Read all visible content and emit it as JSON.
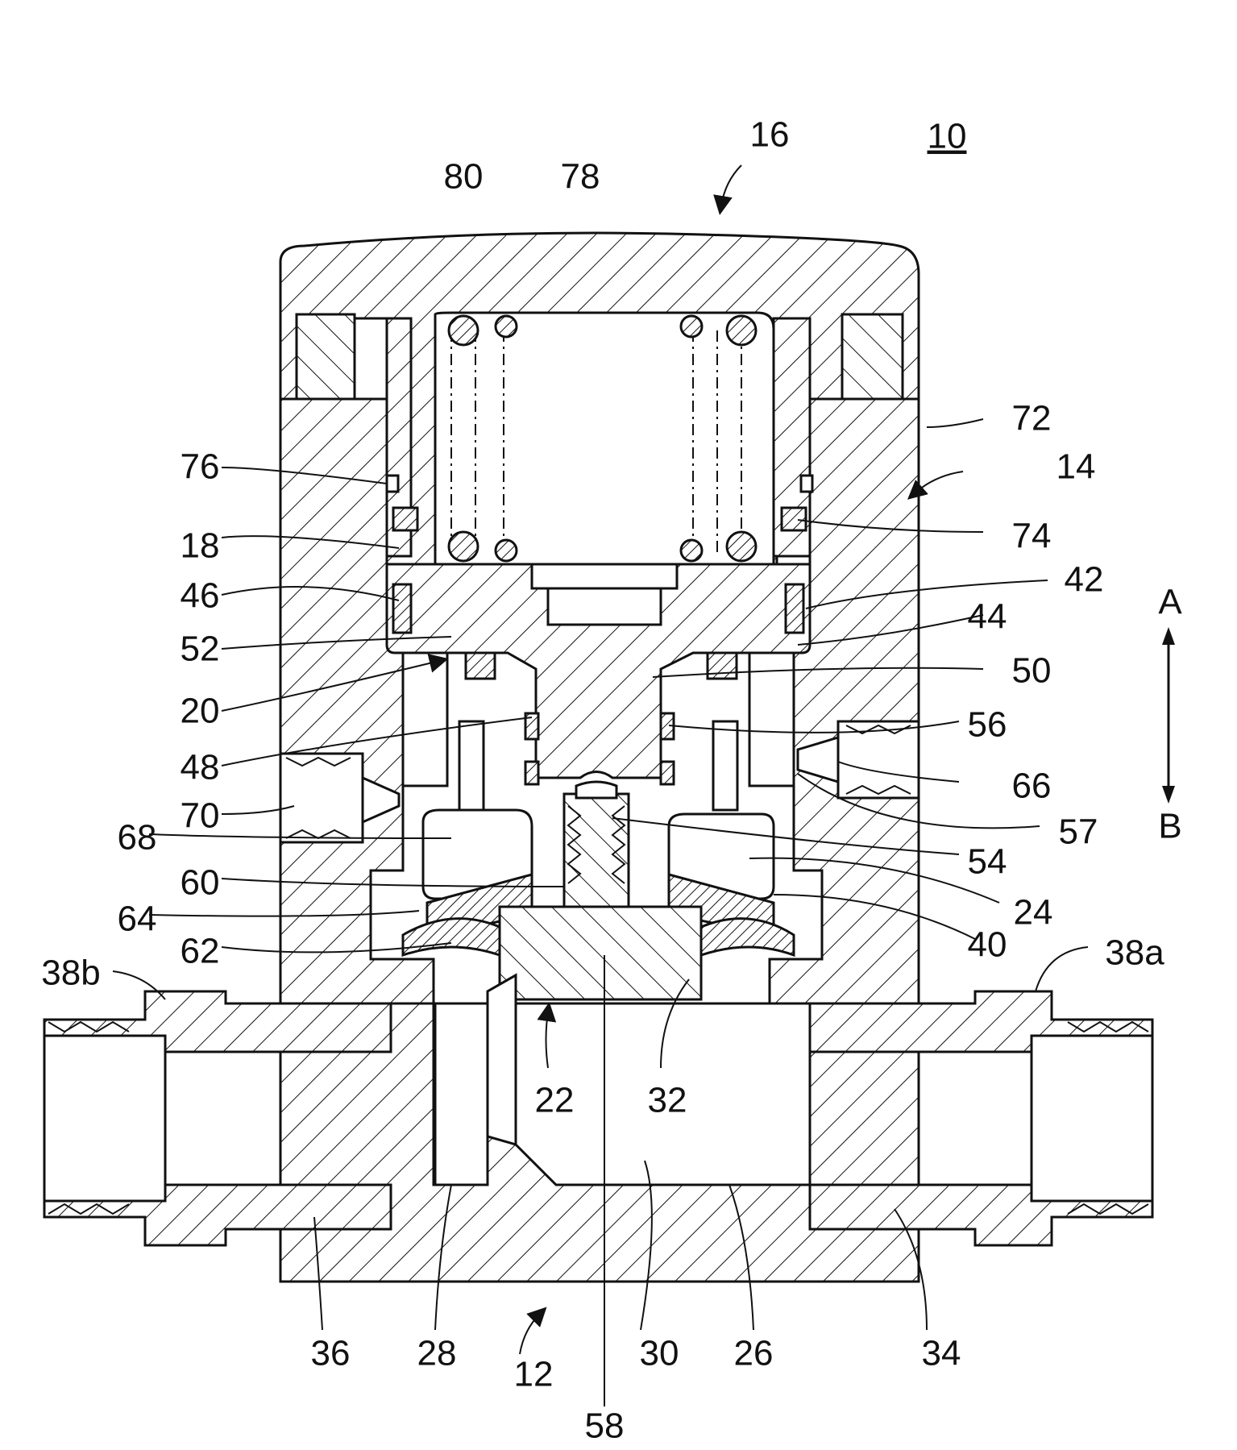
{
  "figure": {
    "labels": [
      {
        "id": "ref-16",
        "text": "16"
      },
      {
        "id": "ref-10",
        "text": "10"
      },
      {
        "id": "ref-80",
        "text": "80"
      },
      {
        "id": "ref-78",
        "text": "78"
      },
      {
        "id": "ref-72",
        "text": "72"
      },
      {
        "id": "ref-14",
        "text": "14"
      },
      {
        "id": "ref-76",
        "text": "76"
      },
      {
        "id": "ref-74",
        "text": "74"
      },
      {
        "id": "ref-18",
        "text": "18"
      },
      {
        "id": "ref-42",
        "text": "42"
      },
      {
        "id": "ref-46",
        "text": "46"
      },
      {
        "id": "ref-A",
        "text": "A"
      },
      {
        "id": "ref-44",
        "text": "44"
      },
      {
        "id": "ref-52",
        "text": "52"
      },
      {
        "id": "ref-50",
        "text": "50"
      },
      {
        "id": "ref-20",
        "text": "20"
      },
      {
        "id": "ref-56",
        "text": "56"
      },
      {
        "id": "ref-48",
        "text": "48"
      },
      {
        "id": "ref-66",
        "text": "66"
      },
      {
        "id": "ref-70",
        "text": "70"
      },
      {
        "id": "ref-57",
        "text": "57"
      },
      {
        "id": "ref-B",
        "text": "B"
      },
      {
        "id": "ref-68",
        "text": "68"
      },
      {
        "id": "ref-54",
        "text": "54"
      },
      {
        "id": "ref-60",
        "text": "60"
      },
      {
        "id": "ref-24",
        "text": "24"
      },
      {
        "id": "ref-64",
        "text": "64"
      },
      {
        "id": "ref-40",
        "text": "40"
      },
      {
        "id": "ref-62",
        "text": "62"
      },
      {
        "id": "ref-38b",
        "text": "38b"
      },
      {
        "id": "ref-38a",
        "text": "38a"
      },
      {
        "id": "ref-22",
        "text": "22"
      },
      {
        "id": "ref-32",
        "text": "32"
      },
      {
        "id": "ref-36",
        "text": "36"
      },
      {
        "id": "ref-28",
        "text": "28"
      },
      {
        "id": "ref-30",
        "text": "30"
      },
      {
        "id": "ref-26",
        "text": "26"
      },
      {
        "id": "ref-34",
        "text": "34"
      },
      {
        "id": "ref-12",
        "text": "12"
      },
      {
        "id": "ref-58",
        "text": "58"
      }
    ]
  }
}
